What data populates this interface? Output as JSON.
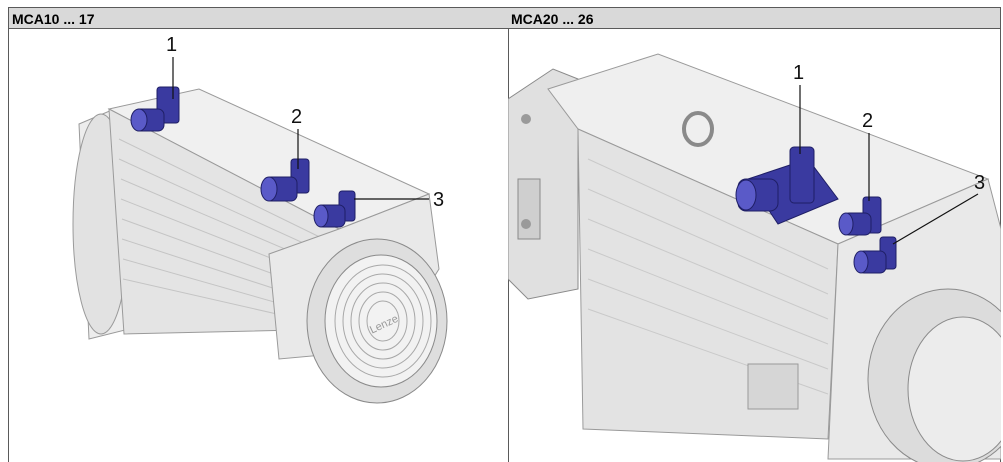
{
  "table": {
    "columns": [
      {
        "header": "MCA10 ... 17",
        "callouts": [
          "1",
          "2",
          "3"
        ]
      },
      {
        "header": "MCA20 ... 26",
        "callouts": [
          "1",
          "2",
          "3"
        ]
      }
    ]
  },
  "colors": {
    "connector": "#3a3aa0",
    "motor_body": "#e6e6e6",
    "header_bg": "#d9d9d9"
  },
  "fan_label": "Lenze"
}
